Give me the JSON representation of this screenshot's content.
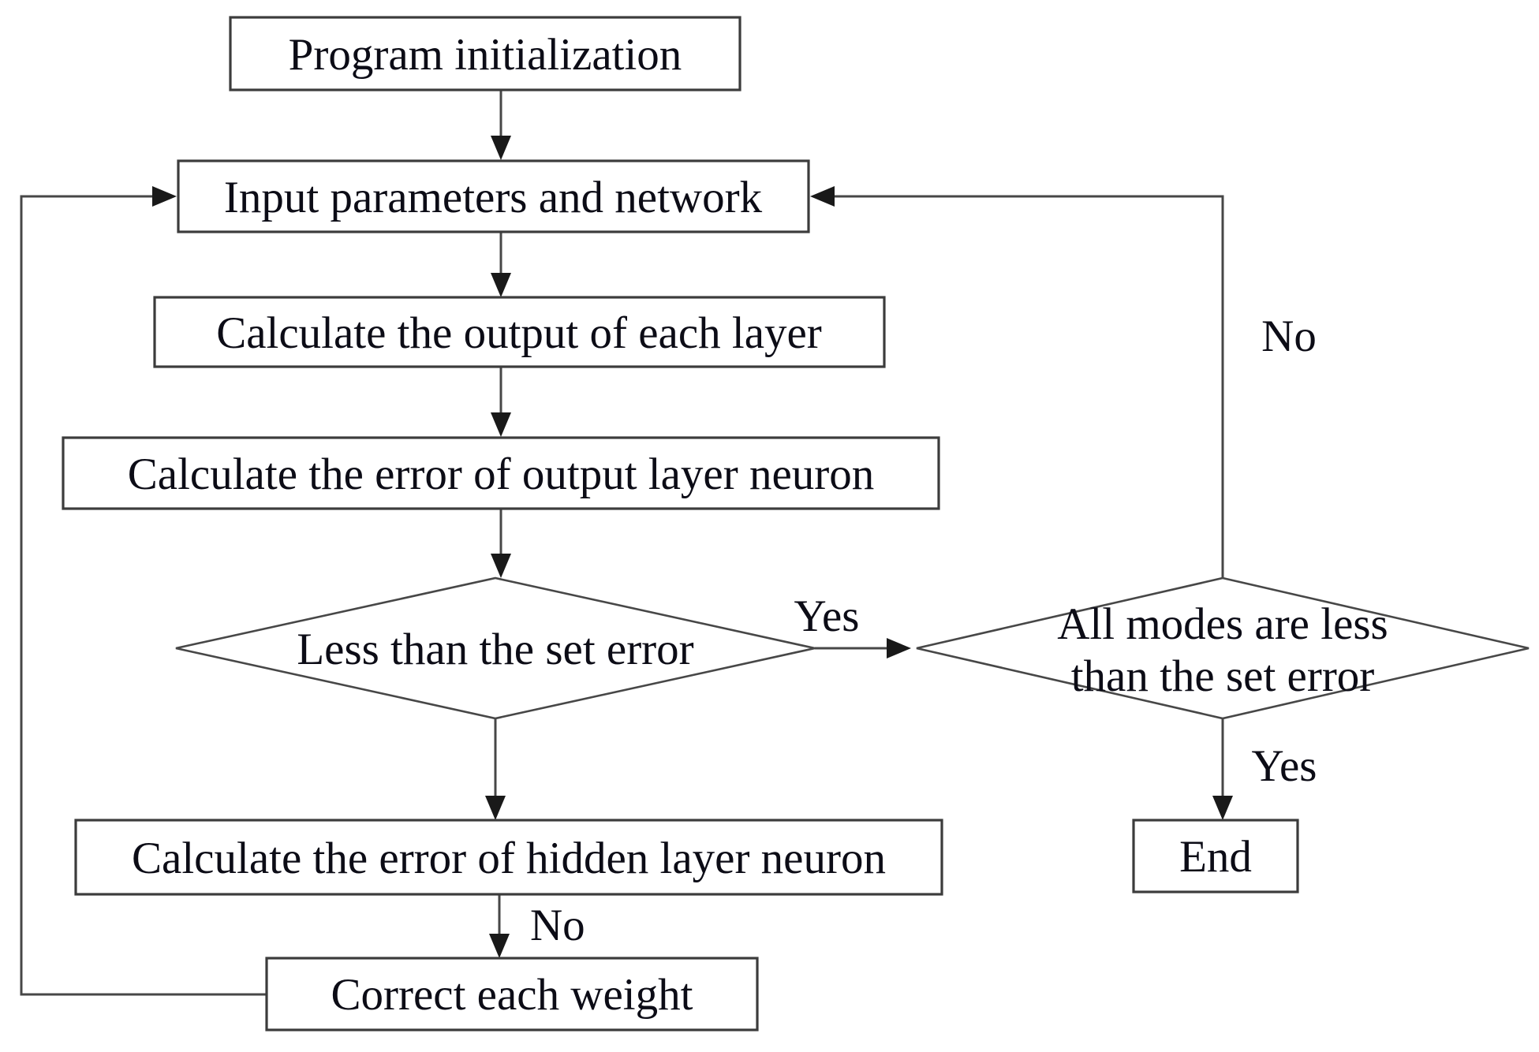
{
  "flowchart": {
    "nodes": {
      "program_init": {
        "label": "Program initialization"
      },
      "input_params": {
        "label": "Input parameters and network"
      },
      "calc_output": {
        "label": "Calculate the output of each layer"
      },
      "calc_error_output": {
        "label": "Calculate the error of output layer neuron"
      },
      "less_than_error": {
        "label": "Less than the set error"
      },
      "all_modes": {
        "label_line1": "All modes are less",
        "label_line2": "than the set error"
      },
      "calc_error_hidden": {
        "label": "Calculate the error of hidden layer neuron"
      },
      "correct_weight": {
        "label": "Correct each weight"
      },
      "end": {
        "label": "End"
      }
    },
    "edge_labels": {
      "yes_to_all_modes": "Yes",
      "no_from_all_modes": "No",
      "yes_to_end": "Yes",
      "no_to_correct_weight": "No"
    },
    "colors": {
      "background": "#ffffff",
      "border": "#3c3c3c",
      "line": "#474747",
      "arrow": "#191919",
      "text": "#0c0c16"
    }
  }
}
